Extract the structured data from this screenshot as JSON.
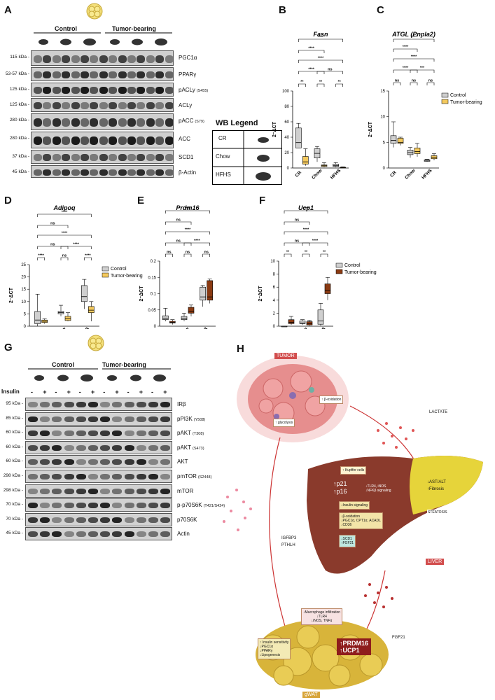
{
  "panels": {
    "A": "A",
    "B": "B",
    "C": "C",
    "D": "D",
    "E": "E",
    "F": "F",
    "G": "G",
    "H": "H"
  },
  "panelA": {
    "group_control": "Control",
    "group_tumor": "Tumor-bearing",
    "rows": [
      {
        "kda": "115 kDa -",
        "protein": "PGC1α",
        "site": ""
      },
      {
        "kda": "53-57 kDa -",
        "protein": "PPARγ",
        "site": ""
      },
      {
        "kda": "125 kDa -",
        "protein": "pACLy",
        "site": "(S455)"
      },
      {
        "kda": "125 kDa -",
        "protein": "ACLy",
        "site": ""
      },
      {
        "kda": "280 kDa -",
        "protein": "pACC",
        "site": "(S79)"
      },
      {
        "kda": "280 kDa -",
        "protein": "ACC",
        "site": ""
      },
      {
        "kda": "37 kDa -",
        "protein": "SCD1",
        "site": ""
      },
      {
        "kda": "45 kDa -",
        "protein": "β-Actin",
        "site": ""
      }
    ],
    "legend_title": "WB Legend",
    "legend_rows": [
      "CR",
      "Chow",
      "HFHS"
    ]
  },
  "common": {
    "ylabel": "2⁻ΔCT",
    "cats": [
      "CR",
      "Chow",
      "HFHS"
    ],
    "legend_control": "Control",
    "legend_tumor": "Tumor-bearing",
    "sig4": "****",
    "sig3": "***",
    "sig2": "**",
    "ns": "ns"
  },
  "chart_data": [
    {
      "panel": "B",
      "type": "box",
      "title": "Fasn",
      "ylabel": "2⁻ΔCT",
      "ylim": [
        0,
        100
      ],
      "yticks": [
        0,
        20,
        40,
        60,
        80,
        100
      ],
      "categories": [
        "CR",
        "Chow",
        "HFHS"
      ],
      "series": [
        {
          "name": "Control",
          "box": [
            [
              26,
              33,
              52,
              58,
              28
            ],
            [
              13,
              19,
              25,
              28,
              8
            ],
            [
              2,
              3,
              5,
              7,
              1
            ]
          ]
        },
        {
          "name": "Tumor-bearing",
          "box": [
            [
              5,
              8,
              15,
              25,
              3
            ],
            [
              2,
              3,
              4,
              7,
              1
            ],
            [
              0,
              0.5,
              1,
              1.5,
              0
            ]
          ]
        }
      ]
    },
    {
      "panel": "C",
      "type": "box",
      "title": "ATGL (Pnpla2)",
      "ylabel": "2⁻ΔCT",
      "ylim": [
        0,
        15
      ],
      "yticks": [
        0,
        5,
        10,
        15
      ],
      "categories": [
        "CR",
        "Chow",
        "HFHS"
      ],
      "series": [
        {
          "name": "Control",
          "box": [
            [
              4.8,
              5.4,
              6.3,
              9,
              4
            ],
            [
              2.6,
              3,
              3.5,
              4,
              2
            ]
          ],
          "hfhs": [
            1.3,
            1.5,
            1.6,
            1.7,
            1.2
          ]
        },
        {
          "name": "Tumor-bearing",
          "box": [
            [
              4.8,
              5,
              5.8,
              6,
              4.4
            ],
            [
              2.8,
              3.2,
              3.9,
              4.8,
              2.2
            ]
          ],
          "hfhs": [
            1.8,
            2.1,
            2.4,
            2.8,
            1.5
          ]
        }
      ]
    },
    {
      "panel": "D",
      "type": "box",
      "title": "Adipoq",
      "ylabel": "2⁻ΔCT",
      "ylim": [
        0,
        25
      ],
      "yticks": [
        0,
        5,
        10,
        15,
        20,
        25
      ],
      "categories": [
        "CR",
        "Chow",
        "HFHS"
      ],
      "series": [
        {
          "name": "Control",
          "box": [
            [
              1,
              2.5,
              6,
              13,
              0
            ],
            [
              5,
              5.5,
              6,
              8.5,
              4
            ],
            [
              10,
              12,
              16.5,
              19,
              7
            ]
          ]
        },
        {
          "name": "Tumor-bearing",
          "box": [
            [
              1.5,
              2,
              2.5,
              3,
              1
            ],
            [
              2.3,
              3,
              4,
              5.5,
              2
            ],
            [
              5.5,
              6.5,
              8,
              10,
              2
            ]
          ]
        }
      ]
    },
    {
      "panel": "E",
      "type": "box",
      "title": "Prdm16",
      "ylabel": "2⁻ΔCT",
      "ylim": [
        0,
        0.2
      ],
      "yticks": [
        0,
        0.05,
        0.1,
        0.15,
        0.2
      ],
      "categories": [
        "CR",
        "Chow",
        "HFHS"
      ],
      "series": [
        {
          "name": "Control",
          "box": [
            [
              0.02,
              0.025,
              0.032,
              0.055,
              0.015
            ],
            [
              0.02,
              0.025,
              0.03,
              0.04,
              0.015
            ],
            [
              0.08,
              0.09,
              0.12,
              0.125,
              0.06
            ]
          ]
        },
        {
          "name": "Tumor-bearing",
          "box": [
            [
              0.01,
              0.012,
              0.015,
              0.02,
              0.005
            ],
            [
              0.04,
              0.045,
              0.058,
              0.065,
              0.03
            ],
            [
              0.08,
              0.09,
              0.14,
              0.145,
              0.07
            ]
          ]
        }
      ]
    },
    {
      "panel": "F",
      "type": "box",
      "title": "Ucp1",
      "ylabel": "2⁻ΔCT",
      "ylim": [
        0,
        10
      ],
      "yticks": [
        0,
        2,
        4,
        6,
        8,
        10
      ],
      "categories": [
        "CR",
        "Chow",
        "HFHS"
      ],
      "series": [
        {
          "name": "Control",
          "box": [
            [
              0,
              0,
              0,
              0,
              0
            ],
            [
              0.4,
              0.5,
              0.8,
              1,
              0.2
            ],
            [
              0.3,
              0.8,
              2.5,
              3.5,
              0.1
            ]
          ]
        },
        {
          "name": "Tumor-bearing",
          "box": [
            [
              0.4,
              0.6,
              1,
              1.5,
              0.2
            ],
            [
              0.2,
              0.4,
              0.7,
              0.9,
              0.1
            ],
            [
              5,
              5.5,
              6.5,
              7.5,
              4
            ]
          ]
        }
      ]
    }
  ],
  "panelG": {
    "group_control": "Control",
    "group_tumor": "Tumor-bearing",
    "insulin": "Insulin",
    "signs": [
      "-",
      "+",
      "-",
      "+",
      "-",
      "+",
      "-",
      "+",
      "-",
      "+",
      "-",
      "+"
    ],
    "rows": [
      {
        "kda": "95 kDa -",
        "protein": "IRβ",
        "site": ""
      },
      {
        "kda": "85 kDa -",
        "protein": "pPI3K",
        "site": "(Y508)"
      },
      {
        "kda": "60 kDa -",
        "protein": "pAKT",
        "site": "(T308)"
      },
      {
        "kda": "60 kDa -",
        "protein": "pAKT",
        "site": "(S473)"
      },
      {
        "kda": "60 kDa -",
        "protein": "AKT",
        "site": ""
      },
      {
        "kda": "298 kDa -",
        "protein": "pmTOR",
        "site": "(S2448)"
      },
      {
        "kda": "298 kDa -",
        "protein": "mTOR",
        "site": ""
      },
      {
        "kda": "70 kDa -",
        "protein": "p-p70S6K",
        "site": "(T421/S424)"
      },
      {
        "kda": "70 kDa -",
        "protein": "p70S6K",
        "site": ""
      },
      {
        "kda": "45 kDa -",
        "protein": "Actin",
        "site": ""
      }
    ]
  },
  "panelH": {
    "tumor": "TUMOR",
    "lactate": "LACTATE",
    "beta_ox": "↑ β-oxidation",
    "glycolysis": "↑ glycolysis",
    "kupffer": "↑ Kupffer cells",
    "p21": "↑p21",
    "p16": "↑p16",
    "tlr4": "↓TLR4, iNOS",
    "nfkb": "↓NFKβ signaling",
    "ast": "↓AST/ALT",
    "fibrosis": "↑Fibrosis",
    "steatosis": "STEATOSIS",
    "insulin_sig": "↓Insulin signaling",
    "liver_ox": "↓β-oxidation",
    "liver_ox2": "↓PGC1α, CPT1α, ACADL",
    "liver_ox3": "↓CD36",
    "scd1": "↓SCD1",
    "fgf21_up": "↑FGF21",
    "liver": "LIVER",
    "igfbp3": "IGFBP3",
    "pthlh": "PTHLH",
    "macro1": "↓Macrophage infiltration",
    "macro2": "↓TLR4",
    "macro3": "↓iNOS, TNFα",
    "ins1": "↑ Insulin sensitivity",
    "ins2": "↓PGC1α",
    "ins3": "↓PPARγ",
    "ins4": "↓Lipogenesis",
    "prdm16": "↑PRDM16",
    "ucp1": "↑UCP1",
    "fgf21": "FGF21",
    "gwat": "gWAT"
  }
}
